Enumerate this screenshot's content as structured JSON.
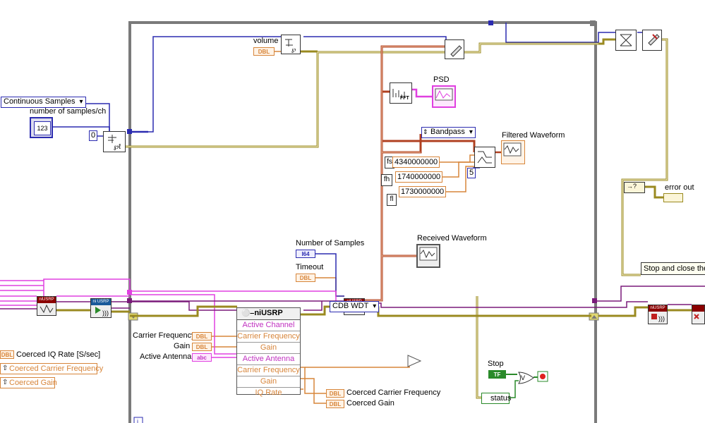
{
  "controls": {
    "samples_mode": "Continuous Samples",
    "samples_per_channel_label": "number of samples/ch",
    "zero_const": "0",
    "volume_label": "volume",
    "dbl": "DBL",
    "i64": "I64",
    "abc": "abc",
    "tf": "TF",
    "number_of_samples_label": "Number of Samples",
    "timeout_label": "Timeout",
    "cdb_wdt": "CDB WDT",
    "stop_label": "Stop",
    "status_label": "status",
    "error_out_label": "error out",
    "stop_close_label": "Stop and close the",
    "i_const": "i",
    "n123": "123",
    "fft": "FFT"
  },
  "filter": {
    "type": "Bandpass",
    "fs_label": "fs",
    "fh_label": "fh",
    "fl_label": "fl",
    "fs_value": "4340000000",
    "fh_value": "1740000000",
    "fl_value": "1730000000",
    "order_value": "5"
  },
  "indicators": {
    "psd": "PSD",
    "filtered": "Filtered Waveform",
    "received": "Received Waveform",
    "coerced_carrier": "Coerced Carrier Frequency",
    "coerced_gain": "Coerced Gain",
    "coerced_iq_rate": "Coerced IQ Rate [S/sec]"
  },
  "property_node": {
    "title": "niUSRP",
    "rows_in": [
      "Active Channel",
      "Carrier Frequency",
      "Gain",
      "Active Antenna"
    ],
    "rows_out": [
      "Carrier Frequency",
      "Gain",
      "IQ Rate"
    ],
    "carrier_frequency_label": "Carrier Frequency",
    "gain_label": "Gain",
    "active_antenna_label": "Active Antenna"
  },
  "vi_icons": {
    "niusrp": "niUSRP",
    "niusrp_alt": "ni USRP"
  },
  "colors": {
    "numeric_orange": "#d7853a",
    "string_pink": "#e040e0",
    "integer_blue": "#2b2bb0",
    "boolean_green": "#2a8a2a",
    "error_cluster": "#9a8a20",
    "loop_gray": "#7a7a7a",
    "waveform_brown": "#b04020"
  }
}
